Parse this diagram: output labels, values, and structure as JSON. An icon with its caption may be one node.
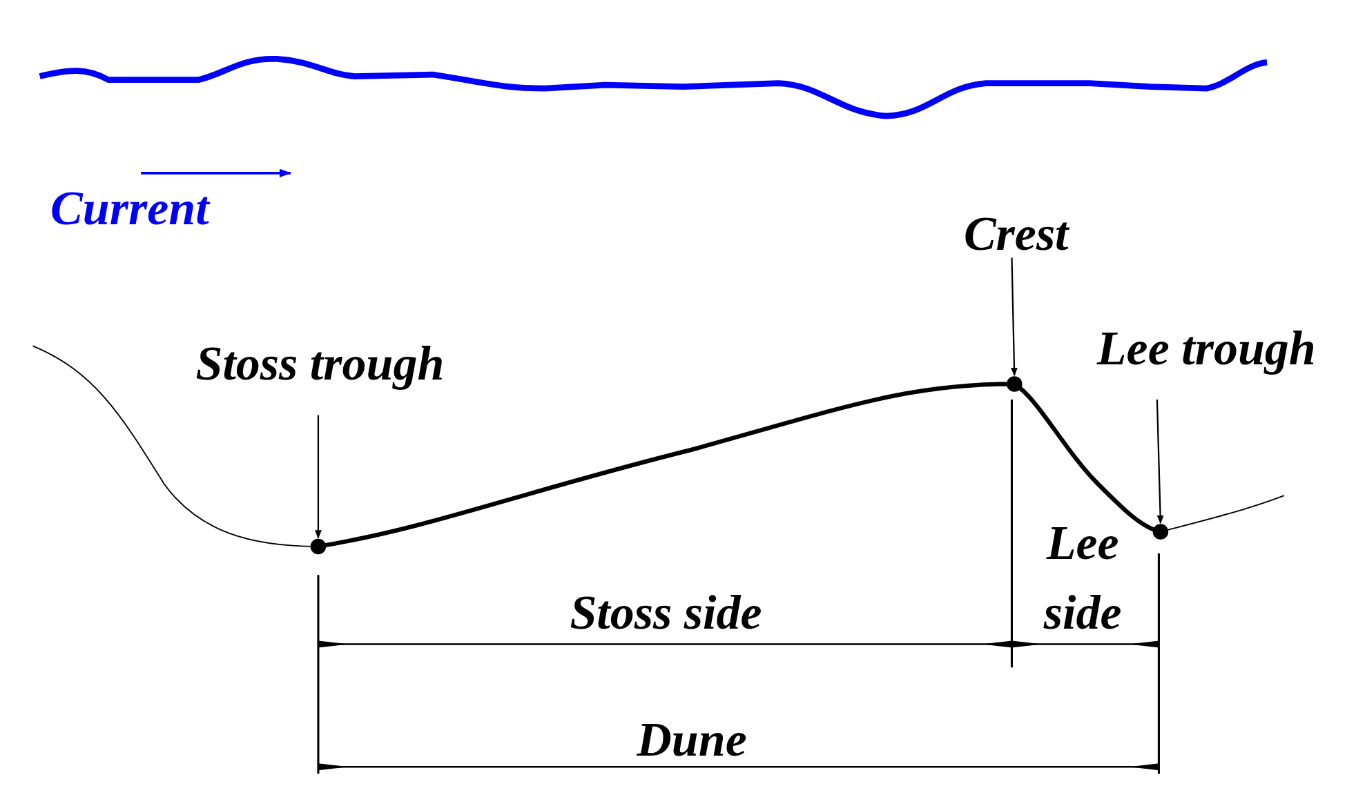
{
  "diagram": {
    "nodes": [
      {
        "text": [
          "Stoss trough"
        ]
      },
      {
        "text": [],
        "shape": "circle"
      },
      {
        "text": [
          "Crest"
        ]
      },
      {
        "text": [],
        "shape": "circle"
      },
      {
        "text": [
          "Lee trough"
        ]
      },
      {
        "text": [],
        "shape": "circle"
      }
    ],
    "edges": [
      {
        "from": 0,
        "to": 1,
        "arrow": "to"
      },
      {
        "from": 2,
        "to": 3,
        "arrow": "to"
      },
      {
        "from": 4,
        "to": 5,
        "arrow": "to"
      }
    ],
    "labels": [
      "Current",
      "Stoss side",
      "Lee side",
      "Dune"
    ]
  }
}
